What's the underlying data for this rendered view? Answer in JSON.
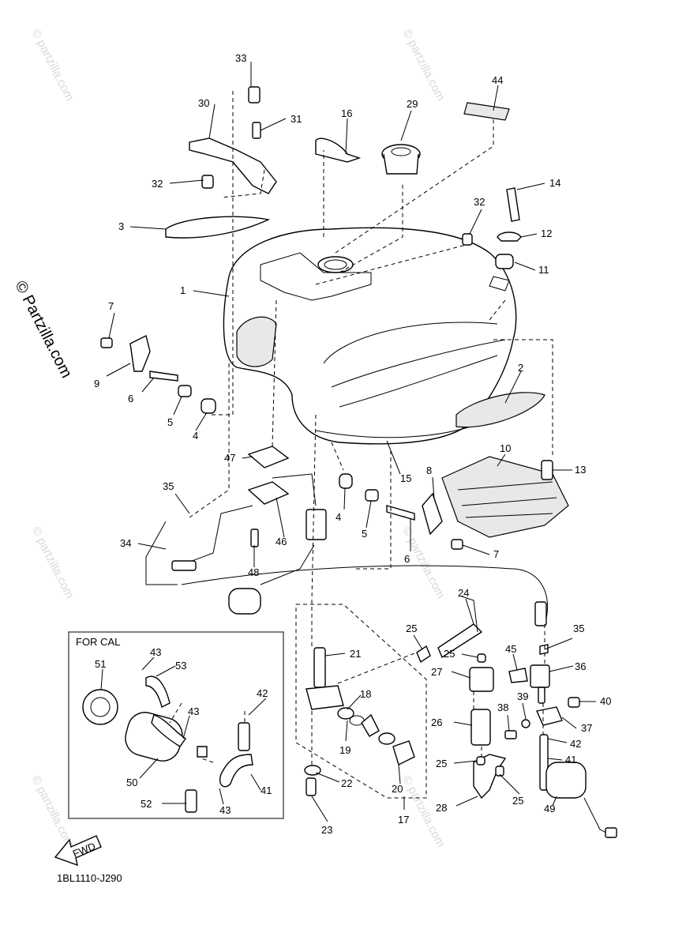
{
  "diagram": {
    "code": "1BL1110-J290",
    "inset_title": "FOR CAL",
    "fwd_label": "FWD",
    "side_watermark": "© Partzilla.com",
    "watermark": "© partzilla.com",
    "callouts": [
      "1",
      "2",
      "3",
      "4",
      "5",
      "6",
      "7",
      "8",
      "9",
      "10",
      "11",
      "12",
      "13",
      "14",
      "15",
      "16",
      "17",
      "18",
      "19",
      "20",
      "21",
      "22",
      "23",
      "24",
      "25",
      "26",
      "27",
      "28",
      "29",
      "30",
      "31",
      "32",
      "33",
      "34",
      "35",
      "36",
      "37",
      "38",
      "39",
      "40",
      "41",
      "42",
      "43",
      "44",
      "45",
      "46",
      "47",
      "48",
      "49",
      "50",
      "51",
      "52",
      "53"
    ]
  }
}
